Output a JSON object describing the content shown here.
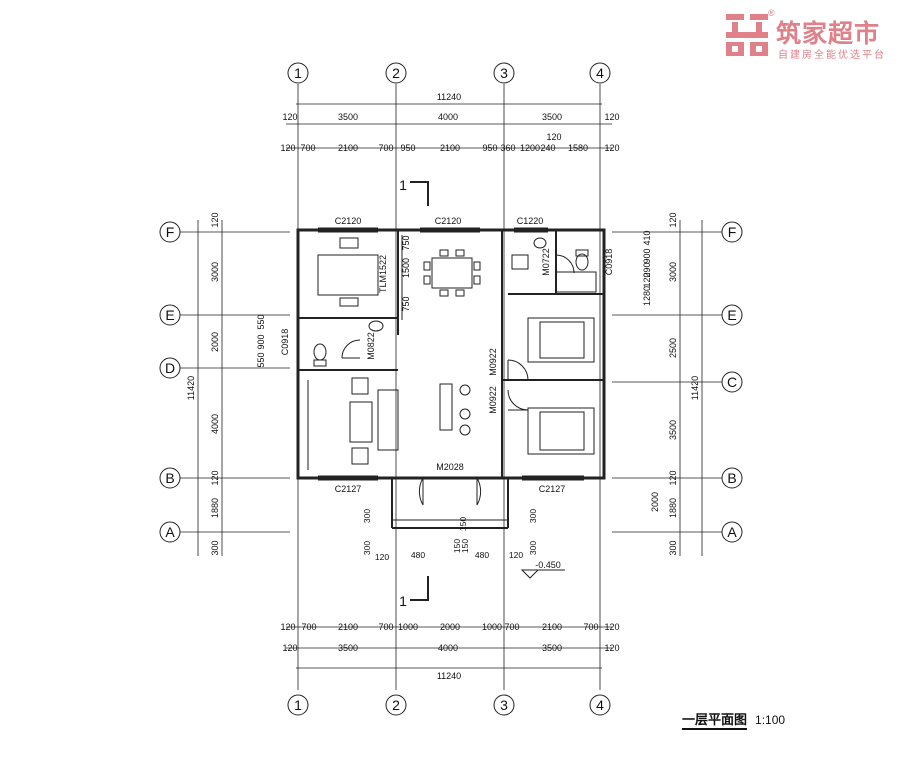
{
  "brand": {
    "name": "筑家超市",
    "tagline": "自建房全能优选平台",
    "reg": "®"
  },
  "drawing": {
    "title": "一层平面图",
    "scale": "1:100"
  },
  "axes": {
    "numbered": [
      "1",
      "2",
      "3",
      "4"
    ],
    "left": [
      "F",
      "E",
      "D",
      "B",
      "A"
    ],
    "right": [
      "F",
      "E",
      "C",
      "B",
      "A"
    ]
  },
  "dims": {
    "total_top": "11240",
    "total_bottom": "11240",
    "side_total": "11420",
    "top_row2": [
      "120",
      "3500",
      "4000",
      "3500",
      "120"
    ],
    "top_row3": [
      "120",
      "700",
      "2100",
      "700",
      "950",
      "2100",
      "950",
      "360",
      "1200",
      "240",
      "1580",
      "120"
    ],
    "top_extra": "120",
    "bottom_row1": [
      "120",
      "700",
      "2100",
      "700",
      "1000",
      "2000",
      "1000",
      "700",
      "2100",
      "700",
      "120"
    ],
    "bottom_row2": [
      "120",
      "3500",
      "4000",
      "3500",
      "120"
    ],
    "left_outer": [
      "120",
      "3000",
      "2000",
      "4000",
      "120",
      "1880",
      "300"
    ],
    "left_inner": [
      "550",
      "900",
      "550"
    ],
    "right_outer": [
      "120",
      "3000",
      "2500",
      "3500",
      "120",
      "1880",
      "300"
    ],
    "right_inner": [
      "410",
      "900",
      "290",
      "120",
      "1280"
    ],
    "right_mid": "2000",
    "porch": [
      "300",
      "300",
      "120",
      "480",
      "480",
      "120",
      "300",
      "300",
      "150",
      "150",
      "150"
    ]
  },
  "labels": {
    "windows": [
      "C2120",
      "C2120",
      "C1220",
      "C0918",
      "C0918",
      "C2127",
      "C2127"
    ],
    "doors": [
      "M0722",
      "M0822",
      "M0922",
      "M0922",
      "M2028"
    ],
    "tlm": "TLM1522",
    "tlm_dims": [
      "750",
      "1500",
      "750"
    ],
    "section": "1",
    "elevation": "-0.450"
  }
}
